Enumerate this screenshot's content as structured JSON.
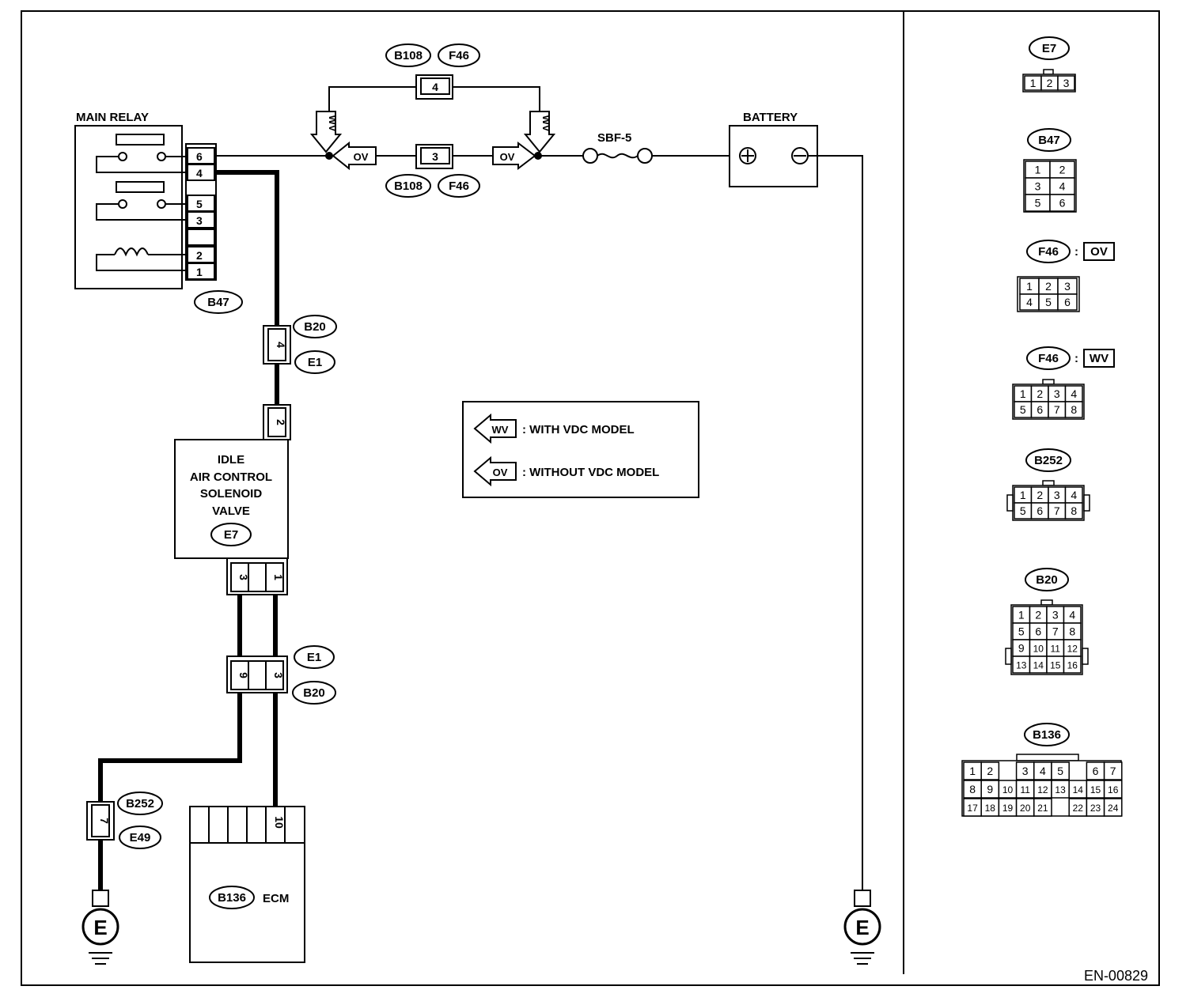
{
  "labels": {
    "main_relay": "MAIN RELAY",
    "battery": "BATTERY",
    "sbf": "SBF-5",
    "iacv": [
      "IDLE",
      "AIR CONTROL",
      "SOLENOID",
      "VALVE"
    ],
    "ecm": "ECM",
    "legend_wv": ": WITH VDC MODEL",
    "legend_ov": ": WITHOUT VDC MODEL",
    "wv": "WV",
    "ov": "OV",
    "ground": "E",
    "doc_id": "EN-00829",
    "colon": ":"
  },
  "connectors": {
    "b47": "B47",
    "b108": "B108",
    "f46": "F46",
    "b20": "B20",
    "e1": "E1",
    "e7": "E7",
    "b252": "B252",
    "e49": "E49",
    "b136": "B136"
  },
  "pins": {
    "relay": [
      "6",
      "4",
      "5",
      "3",
      "2",
      "1"
    ],
    "b108_top": "4",
    "b108_bot": "3",
    "b20_e1_upper": "4",
    "e7_in": "2",
    "e7_out": [
      "3",
      "1"
    ],
    "b20_e1_lower": [
      "9",
      "3"
    ],
    "b252_e49": "7",
    "ecm_pin": "10"
  },
  "pinouts": {
    "e7": [
      "1",
      "2",
      "3"
    ],
    "b47": [
      "1",
      "2",
      "3",
      "4",
      "5",
      "6"
    ],
    "f46_ov": [
      "1",
      "2",
      "3",
      "4",
      "5",
      "6"
    ],
    "f46_wv": [
      "1",
      "2",
      "3",
      "4",
      "5",
      "6",
      "7",
      "8"
    ],
    "b252": [
      "1",
      "2",
      "3",
      "4",
      "5",
      "6",
      "7",
      "8"
    ],
    "b20": [
      "1",
      "2",
      "3",
      "4",
      "5",
      "6",
      "7",
      "8",
      "9",
      "10",
      "11",
      "12",
      "13",
      "14",
      "15",
      "16"
    ],
    "b136_row1": [
      "1",
      "2",
      "3",
      "4",
      "5",
      "6",
      "7"
    ],
    "b136_row2": [
      "8",
      "9",
      "10",
      "11",
      "12",
      "13",
      "14",
      "15",
      "16"
    ],
    "b136_row3": [
      "17",
      "18",
      "19",
      "20",
      "21",
      "22",
      "23",
      "24"
    ]
  }
}
